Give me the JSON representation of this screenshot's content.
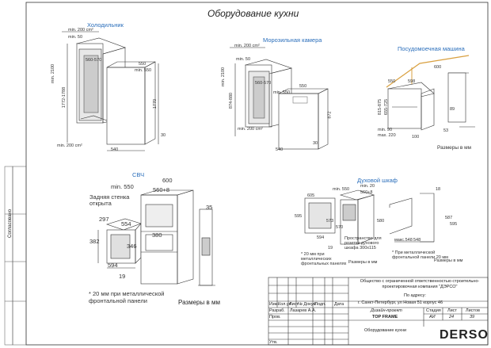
{
  "sheet_title": "Оборудование кухни",
  "side_label": "Согласовано",
  "fridge": {
    "heading": "Холодильник",
    "dims": [
      "min. 200 cm²",
      "min. 50",
      "560-570",
      "550",
      "min. 550",
      "1772-1788",
      "1770",
      "min. 2100",
      "min. 200 cm²",
      "540",
      "30"
    ]
  },
  "freezer": {
    "heading": "Морозильная камера",
    "dims": [
      "min. 200 cm²",
      "min. 50",
      "560-570",
      "550",
      "min. 550",
      "min. 2100",
      "874-880",
      "872",
      "min. 200 cm²",
      "540",
      "30"
    ]
  },
  "dishwasher": {
    "heading": "Посудомоечная машина",
    "dims": [
      "600",
      "550",
      "598",
      "815-875",
      "655-725",
      "89",
      "min. 90",
      "max. 220",
      "100",
      "53"
    ],
    "units_note": "Размеры в мм"
  },
  "microwave": {
    "heading": "СВЧ",
    "dims": [
      "600",
      "min. 550",
      "560+8",
      "297",
      "554",
      "382",
      "346",
      "594",
      "19",
      "380",
      "35"
    ],
    "back_wall": "Задняя стенка открыта",
    "panel_note": "* 20 мм при металлической фронтальной панели",
    "units_note": "Размеры в мм"
  },
  "oven": {
    "heading": "Духовой шкаф",
    "dims": [
      "605",
      "min. 550",
      "min. 20",
      "560+8",
      "595",
      "573",
      "570",
      "580",
      "594",
      "19",
      "548",
      "587",
      "595",
      "18"
    ],
    "socket_note": "Пространство для розетки духового шкафа 300x115",
    "panel_note": "* 20 мм при металлических фронтальных панелях",
    "panel_note2": "* При металлической фронтальной панели 20 мм",
    "units_note": "Размеры в мм",
    "units_note2": "Размеры в мм",
    "max_note": "макс.548"
  },
  "title_block": {
    "company": "Общество с ограниченной ответственностью строительно-проектировочная компания \"ДЭРСО\"",
    "address_label": "По адресу:",
    "address": "г. Санкт-Петербург, ул Новая 51 корпус 46",
    "col_headers": [
      "Изм.",
      "Кол.уч",
      "Лист",
      "№ Докум",
      "Подп.",
      "Дата"
    ],
    "developed_label": "Разраб.",
    "developer": "Лазарев А.А.",
    "checked_label": "Пров.",
    "approved_label": "Утв.",
    "project_label": "Дизайн-проект",
    "project_name": "TOP FRAME",
    "sheet_name": "Оборудование кухни",
    "stage_label": "Стадия",
    "list_label": "Лист",
    "lists_label": "Листов",
    "stage": "АИ",
    "list": "24",
    "lists": "39",
    "logo": "DERSO"
  }
}
